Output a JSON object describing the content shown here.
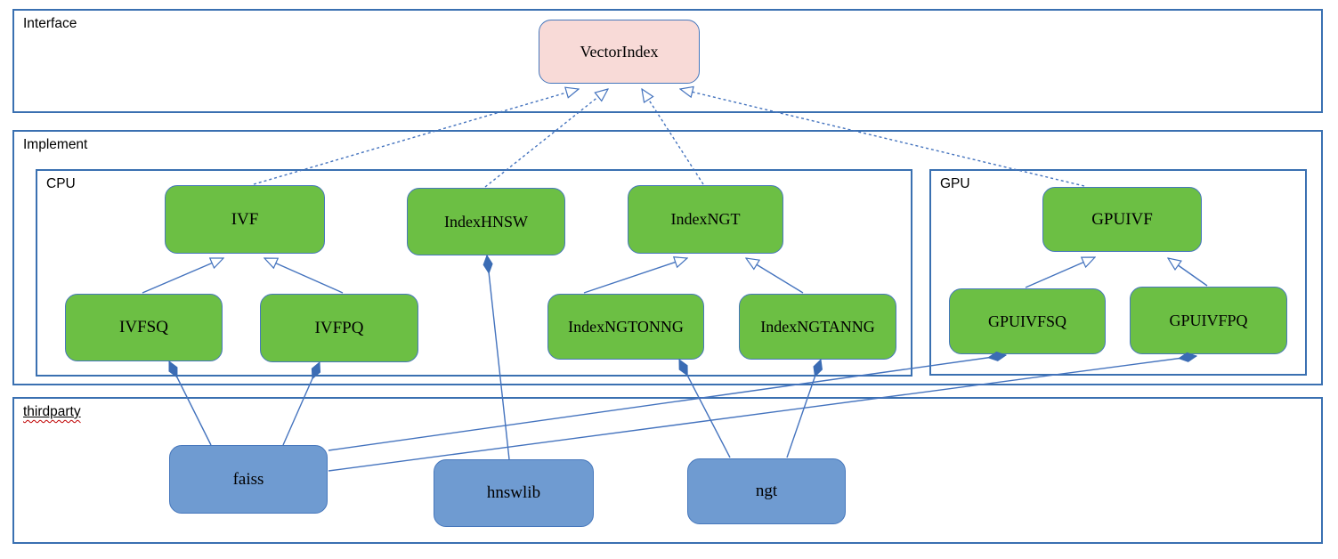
{
  "diagram": {
    "containers": {
      "interface": {
        "label": "Interface"
      },
      "implement": {
        "label": "Implement"
      },
      "cpu": {
        "label": "CPU"
      },
      "gpu": {
        "label": "GPU"
      },
      "thirdparty": {
        "label": "thirdparty"
      }
    },
    "nodes": {
      "vectorindex": {
        "label": "VectorIndex",
        "kind": "interface"
      },
      "ivf": {
        "label": "IVF",
        "kind": "cpu-class"
      },
      "indexhnsw": {
        "label": "IndexHNSW",
        "kind": "cpu-class"
      },
      "indexngt": {
        "label": "IndexNGT",
        "kind": "cpu-class"
      },
      "ivfsq": {
        "label": "IVFSQ",
        "kind": "cpu-class"
      },
      "ivfpq": {
        "label": "IVFPQ",
        "kind": "cpu-class"
      },
      "indexngtonng": {
        "label": "IndexNGTONNG",
        "kind": "cpu-class"
      },
      "indexngtanng": {
        "label": "IndexNGTANNG",
        "kind": "cpu-class"
      },
      "gpuivf": {
        "label": "GPUIVF",
        "kind": "gpu-class"
      },
      "gpuivfsq": {
        "label": "GPUIVFSQ",
        "kind": "gpu-class"
      },
      "gpuivfpq": {
        "label": "GPUIVFPQ",
        "kind": "gpu-class"
      },
      "faiss": {
        "label": "faiss",
        "kind": "thirdparty-lib"
      },
      "hnswlib": {
        "label": "hnswlib",
        "kind": "thirdparty-lib"
      },
      "ngt": {
        "label": "ngt",
        "kind": "thirdparty-lib"
      }
    },
    "relationships": [
      {
        "from": "IVF",
        "to": "VectorIndex",
        "type": "realization-dashed"
      },
      {
        "from": "IndexHNSW",
        "to": "VectorIndex",
        "type": "realization-dashed"
      },
      {
        "from": "IndexNGT",
        "to": "VectorIndex",
        "type": "realization-dashed"
      },
      {
        "from": "GPUIVF",
        "to": "VectorIndex",
        "type": "realization-dashed"
      },
      {
        "from": "IVFSQ",
        "to": "IVF",
        "type": "generalization"
      },
      {
        "from": "IVFPQ",
        "to": "IVF",
        "type": "generalization"
      },
      {
        "from": "IndexNGTONNG",
        "to": "IndexNGT",
        "type": "generalization"
      },
      {
        "from": "IndexNGTANNG",
        "to": "IndexNGT",
        "type": "generalization"
      },
      {
        "from": "GPUIVFSQ",
        "to": "GPUIVF",
        "type": "generalization"
      },
      {
        "from": "GPUIVFPQ",
        "to": "GPUIVF",
        "type": "generalization"
      },
      {
        "from": "faiss",
        "to": "IVFSQ",
        "type": "composition"
      },
      {
        "from": "faiss",
        "to": "IVFPQ",
        "type": "composition"
      },
      {
        "from": "faiss",
        "to": "GPUIVFSQ",
        "type": "composition"
      },
      {
        "from": "faiss",
        "to": "GPUIVFPQ",
        "type": "composition"
      },
      {
        "from": "hnswlib",
        "to": "IndexHNSW",
        "type": "composition"
      },
      {
        "from": "ngt",
        "to": "IndexNGTONNG",
        "type": "composition"
      },
      {
        "from": "ngt",
        "to": "IndexNGTANNG",
        "type": "composition"
      }
    ],
    "colors": {
      "container_border": "#3A70B1",
      "node_green": "#6CBF44",
      "node_pink": "#F8DAD7",
      "node_blue": "#6F9BD1",
      "node_border": "#4677BC",
      "connector": "#4473BE",
      "diamond": "#3B6CB4",
      "spellcheck_red": "#C00000",
      "text": "#000000"
    }
  }
}
